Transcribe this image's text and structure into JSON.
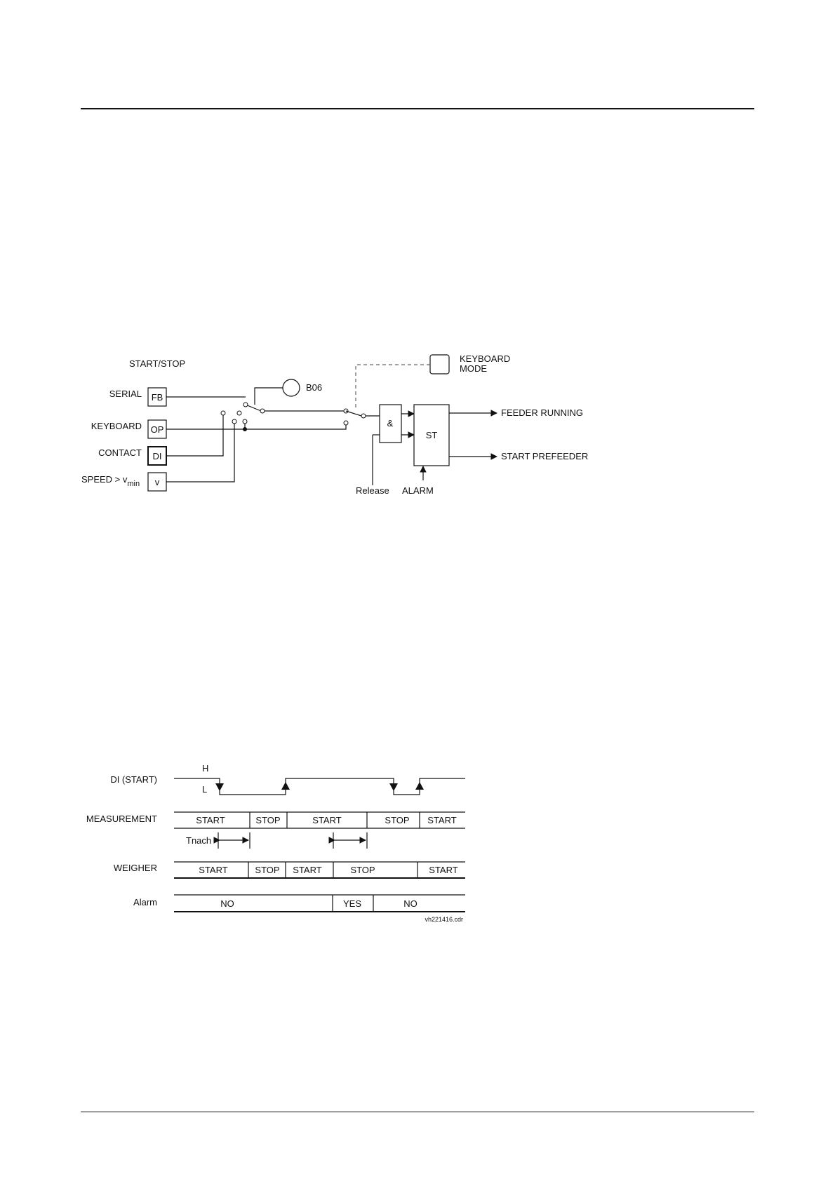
{
  "diagram_logic": {
    "heading": "START/STOP",
    "inputs": [
      {
        "label": "SERIAL",
        "block": "FB"
      },
      {
        "label": "KEYBOARD",
        "block": "OP"
      },
      {
        "label": "CONTACT",
        "block": "DI"
      },
      {
        "label": "SPEED  > v",
        "subscript": "min",
        "block": "v"
      }
    ],
    "selector_label": "B06",
    "keyboard_mode_line1": "KEYBOARD",
    "keyboard_mode_line2": "MODE",
    "and_gate": "&",
    "st_block": "ST",
    "release_label": "Release",
    "alarm_label": "ALARM",
    "outputs": [
      "FEEDER  RUNNING",
      "START PREFEEDER"
    ]
  },
  "diagram_timing": {
    "di_label": "DI (START)",
    "level_high": "H",
    "level_low": "L",
    "tnach_label": "Tnach",
    "rows": [
      {
        "label": "MEASUREMENT",
        "segments": [
          "START",
          "STOP",
          "START",
          "STOP",
          "START"
        ]
      },
      {
        "label": "WEIGHER",
        "segments": [
          "START",
          "STOP",
          "START",
          "STOP",
          "START"
        ]
      },
      {
        "label": "Alarm",
        "segments": [
          "NO",
          "YES",
          "NO"
        ]
      }
    ],
    "file_name": "vh221416.cdr"
  }
}
